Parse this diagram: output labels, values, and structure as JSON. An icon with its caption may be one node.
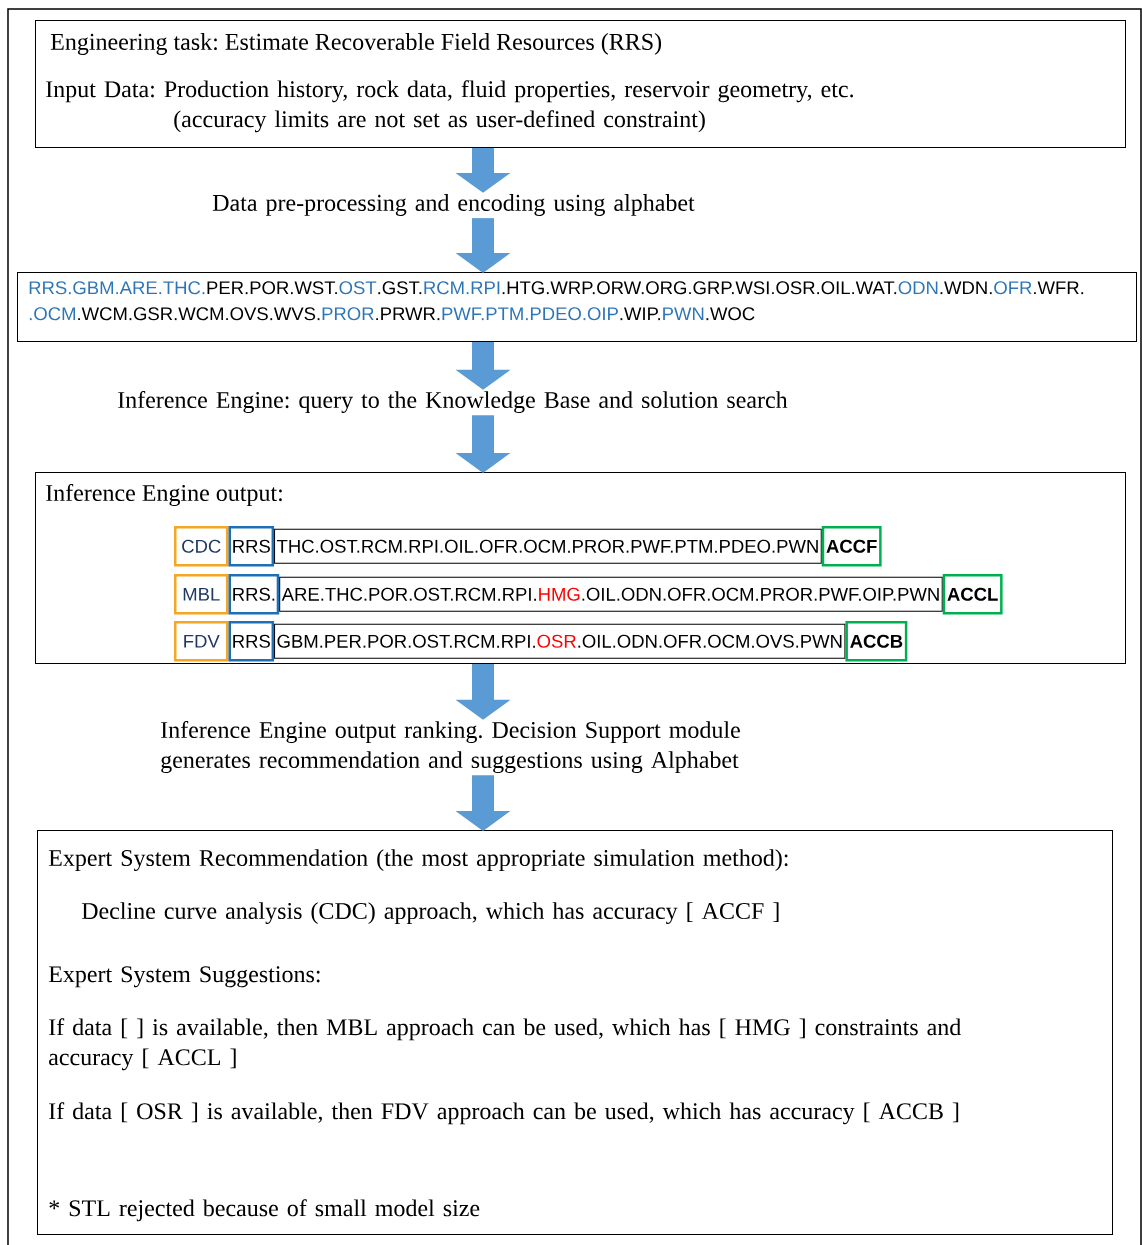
{
  "diagram": {
    "nodes": [
      {
        "text": [
          "Engineering task: Estimate Recoverable Field Resources (RRS)",
          "Input Data: Production history, rock data, fluid properties, reservoir geometry, etc. (accuracy limits are not set as user-defined constraint)"
        ]
      },
      {
        "text": [
          "Data pre-processing and encoding using alphabet"
        ]
      },
      {
        "text": [
          "RRS.GBM.ARE.THC.",
          "PER.POR.WST.",
          "OST",
          ".GST.",
          "RCM.RPI",
          ".HTG.WRP.ORW.ORG.GRP.WSI.OSR.OIL.WAT.",
          "ODN",
          ".WDN.",
          "OFR",
          ".WFR.",
          ".OCM",
          ".WCM.GSR.WCM.OVS.WVS.",
          "PROR",
          ".PRWR.",
          "PWF.PTM.PDEO.OIP",
          ".WIP.",
          "PWN",
          ".WOC"
        ]
      },
      {
        "text": [
          "Inference Engine: query to the Knowledge Base and solution search"
        ]
      },
      {
        "text": [
          "Inference Engine output:"
        ]
      },
      {
        "text": [
          "CDC"
        ],
        "in": 4
      },
      {
        "text": [
          "RRS"
        ],
        "in": 4
      },
      {
        "text": [
          "THC.OST.RCM.RPI.OIL.OFR.OCM.PROR.PWF.PTM.PDEO.PWN"
        ],
        "in": 4
      },
      {
        "text": [
          "ACCF"
        ],
        "in": 4
      },
      {
        "text": [
          "MBL"
        ],
        "in": 4
      },
      {
        "text": [
          "RRS."
        ],
        "in": 4
      },
      {
        "text": [
          "ARE.THC.POR.OST.RCM.RPI.",
          "HMG",
          ".OIL.ODN.OFR.OCM.PROR.PWF.OIP.PWN"
        ],
        "in": 4
      },
      {
        "text": [
          "ACCL"
        ],
        "in": 4
      },
      {
        "text": [
          "FDV"
        ],
        "in": 4
      },
      {
        "text": [
          "RRS"
        ],
        "in": 4
      },
      {
        "text": [
          "GBM.PER.POR.OST.RCM.RPI.",
          "OSR",
          ".OIL.ODN.OFR.OCM.OVS.PWN"
        ],
        "in": 4
      },
      {
        "text": [
          "ACCB"
        ],
        "in": 4
      },
      {
        "text": [
          "Inference Engine output ranking. Decision Support module generates recommendation and suggestions using Alphabet"
        ]
      },
      {
        "text": [
          "Expert System Recommendation (the most appropriate simulation method):",
          "Decline curve analysis (CDC) approach, which has accuracy [ ACCF ]",
          "Expert System Suggestions:",
          "If data [        ] is available, then MBL approach can be used, which has [ HMG ] constraints and accuracy [ ACCL ]",
          "If data [ OSR ] is available, then FDV approach can be used, which has accuracy [ ACCB ]",
          "* STL rejected because of small model size"
        ]
      }
    ],
    "edges": [
      {
        "from": 0,
        "to": 1,
        "arrow": "to"
      },
      {
        "from": 1,
        "to": 2,
        "arrow": "to"
      },
      {
        "from": 2,
        "to": 3,
        "arrow": "to"
      },
      {
        "from": 3,
        "to": 4,
        "arrow": "to"
      },
      {
        "from": 4,
        "to": 17,
        "arrow": "to"
      },
      {
        "from": 17,
        "to": 18,
        "arrow": "to"
      }
    ]
  }
}
